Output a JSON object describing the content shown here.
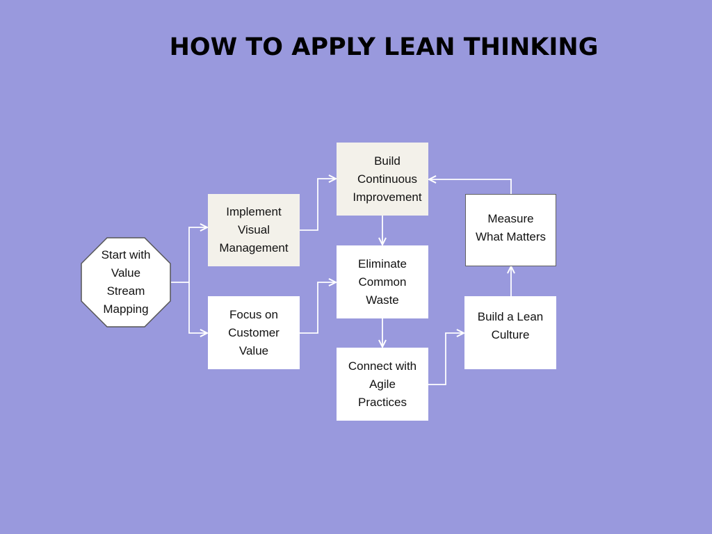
{
  "title": "HOW TO APPLY LEAN THINKING",
  "nodes": {
    "start": "Start with\nValue\nStream\nMapping",
    "implement_visual": "Implement\nVisual\nManagement",
    "focus_customer": "Focus on\nCustomer\nValue",
    "build_continuous": "Build\nContinuous\nImprovement",
    "eliminate_waste": "Eliminate\nCommon\nWaste",
    "connect_agile": "Connect with\nAgile\nPractices",
    "build_culture": "Build a Lean\nCulture",
    "measure": "Measure\nWhat Matters"
  },
  "colors": {
    "background": "#9999dd",
    "box_white": "#ffffff",
    "box_cream": "#f3f1ea",
    "connector": "#ffffff"
  }
}
